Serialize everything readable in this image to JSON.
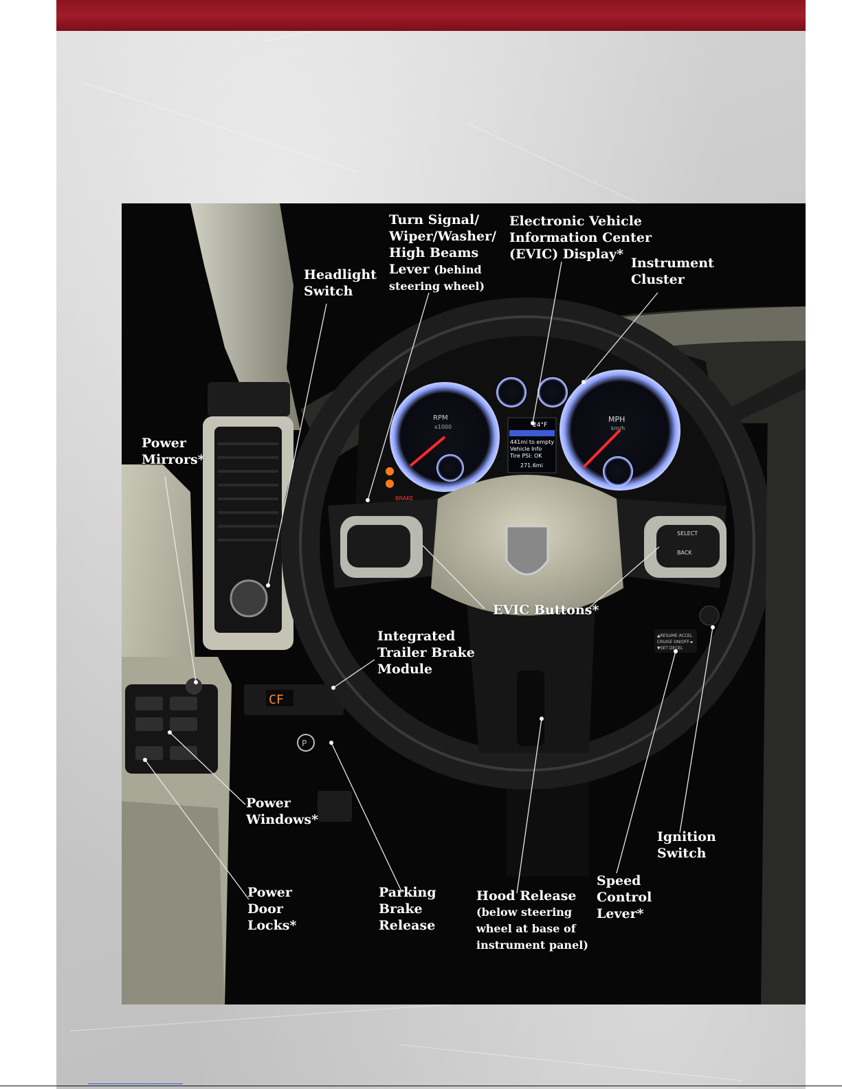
{
  "header": {
    "bar_color": "#9a1a26"
  },
  "figure": {
    "photo_description_icon": "truck-dashboard-steering-wheel-photo",
    "labels": {
      "turn_signal": {
        "line1": "Turn Signal/",
        "line2": "Wiper/Washer/",
        "line3": "High Beams",
        "line4": "Lever",
        "line4_sub": "(behind",
        "line5_sub": "steering wheel)"
      },
      "evic_display": {
        "line1": "Electronic Vehicle",
        "line2": "Information Center",
        "line3": "(EVIC) Display*"
      },
      "instrument_cluster": {
        "line1": "Instrument",
        "line2": "Cluster"
      },
      "headlight_switch": {
        "line1": "Headlight",
        "line2": "Switch"
      },
      "power_mirrors": {
        "line1": "Power",
        "line2": "Mirrors*"
      },
      "evic_buttons": {
        "line1": "EVIC Buttons*"
      },
      "trailer_brake": {
        "line1": "Integrated",
        "line2": "Trailer Brake",
        "line3": "Module"
      },
      "power_windows": {
        "line1": "Power",
        "line2": "Windows*"
      },
      "ignition_switch": {
        "line1": "Ignition",
        "line2": "Switch"
      },
      "speed_control": {
        "line1": "Speed",
        "line2": "Control",
        "line3": "Lever*"
      },
      "power_door_locks": {
        "line1": "Power",
        "line2": "Door",
        "line3": "Locks*"
      },
      "parking_brake": {
        "line1": "Parking",
        "line2": "Brake",
        "line3": "Release"
      },
      "hood_release": {
        "line1": "Hood Release",
        "line2_sub": "(below steering",
        "line3_sub": "wheel at base of",
        "line4_sub": "instrument panel)"
      }
    },
    "cluster_text": {
      "rpm": "RPM",
      "rpm_scale": "x1000",
      "mph": "MPH",
      "kmh": "km/h",
      "evic_temp": "24°F",
      "evic_line1": "441mi to empty",
      "evic_line2": "Vehicle Info",
      "evic_line3": "Tire PSI: OK",
      "evic_line4": "271.6mi",
      "select": "SELECT",
      "back": "BACK",
      "cruise_line1": "▲RESUME ACCEL",
      "cruise_line2": "CRUISE ON/OFF◄",
      "cruise_line3": "▼SET DECEL",
      "brake": "BRAKE",
      "trailer_display": "CF"
    }
  }
}
